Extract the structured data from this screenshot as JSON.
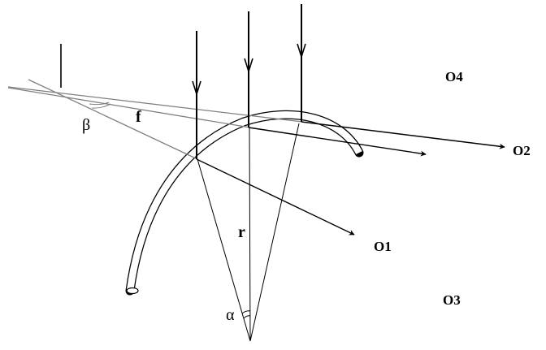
{
  "labels": {
    "o1": "O1",
    "o2": "O2",
    "o3": "O3",
    "o4": "O4",
    "f": "f",
    "r": "r",
    "alpha": "α",
    "beta": "β"
  },
  "colors": {
    "ink": "#000000",
    "gray_line": "#808080",
    "tube_fill": "#ffffff"
  }
}
